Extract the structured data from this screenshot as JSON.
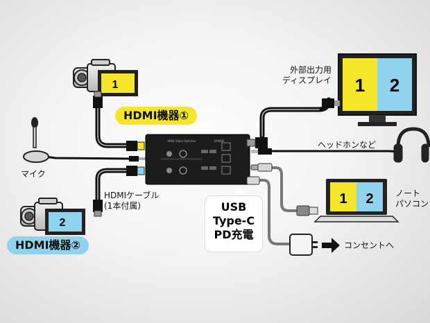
{
  "labels": {
    "display": [
      "外部出力用",
      "ディスプレイ"
    ],
    "headphones": "ヘッドホンなど",
    "laptop": [
      "ノート",
      "パソコン"
    ],
    "outlet": "コンセントへ",
    "mic": "マイク",
    "cable": [
      "HDMIケーブル",
      "(1本付属)"
    ],
    "hdmi1": "HDMI機器①",
    "hdmi2": "HDMI機器②",
    "usb": [
      "USB",
      "Type-C",
      "PD充電"
    ]
  },
  "numbers": {
    "cam1": "1",
    "cam2": "2",
    "monitor_left": "1",
    "monitor_right": "2",
    "laptop_left": "1",
    "laptop_right": "2"
  },
  "device": {
    "model": "4K60 Video Switcher",
    "brand": "SANWA"
  },
  "colors": {
    "yellow": "#f5e62c",
    "blue": "#8fd3ef",
    "body": "#1c1c1c",
    "camera": "#dcdcdc"
  }
}
